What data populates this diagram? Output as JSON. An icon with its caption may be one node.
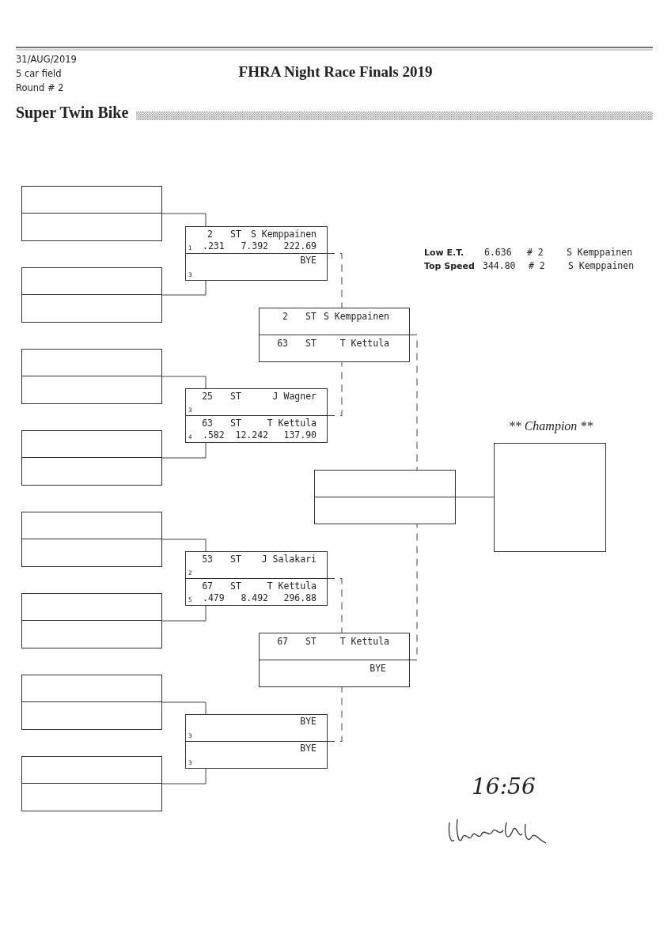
{
  "diagram": {
    "title": "FHRA Night Race Finals 2019",
    "nodes": [
      {
        "text": [],
        "shape": "box"
      },
      {
        "text": [],
        "shape": "box",
        "in": 0
      },
      {
        "text": [],
        "shape": "box",
        "in": 0
      },
      {
        "text": [],
        "shape": "box"
      },
      {
        "text": [
          "2",
          "ST",
          "S Kemppainen",
          "1",
          ".231",
          "7.392",
          "222.69"
        ],
        "in": 3
      },
      {
        "text": [
          "BYE",
          "3"
        ],
        "in": 3
      },
      {
        "text": [],
        "shape": "box"
      },
      {
        "text": [],
        "shape": "box",
        "in": 6
      },
      {
        "text": [],
        "shape": "box",
        "in": 6
      },
      {
        "text": [],
        "shape": "box"
      },
      {
        "text": [
          "2",
          "ST",
          "S Kemppainen"
        ],
        "in": 9
      },
      {
        "text": [
          "63",
          "ST",
          "T Kettula"
        ],
        "in": 9
      },
      {
        "text": [],
        "shape": "box"
      },
      {
        "text": [],
        "shape": "box",
        "in": 12
      },
      {
        "text": [],
        "shape": "box",
        "in": 12
      },
      {
        "text": [],
        "shape": "box"
      },
      {
        "text": [
          "25",
          "ST",
          "J Wagner",
          "3"
        ],
        "in": 15
      },
      {
        "text": [
          "63",
          "ST",
          "T Kettula",
          "4",
          ".582",
          "12.242",
          "137.90"
        ],
        "in": 15
      },
      {
        "text": [],
        "shape": "box"
      },
      {
        "text": [],
        "shape": "box",
        "in": 18
      },
      {
        "text": [],
        "shape": "box",
        "in": 18
      },
      {
        "text": [],
        "shape": "box"
      },
      {
        "text": [],
        "shape": "box",
        "in": 21
      },
      {
        "text": [],
        "shape": "box",
        "in": 21
      },
      {
        "text": [
          "** Champion **"
        ]
      },
      {
        "text": [],
        "shape": "box"
      },
      {
        "text": [],
        "shape": "box",
        "in": 25
      },
      {
        "text": [],
        "shape": "box",
        "in": 25
      },
      {
        "text": [],
        "shape": "box"
      },
      {
        "text": [
          "53",
          "ST",
          "J Salakari",
          "2"
        ],
        "in": 28
      },
      {
        "text": [
          "67",
          "ST",
          "T Kettula",
          "5",
          ".479",
          "8.492",
          "296.88"
        ],
        "in": 28
      },
      {
        "text": [],
        "shape": "box"
      },
      {
        "text": [],
        "shape": "box",
        "in": 31
      },
      {
        "text": [],
        "shape": "box",
        "in": 31
      },
      {
        "text": [],
        "shape": "box"
      },
      {
        "text": [
          "67",
          "ST",
          "T Kettula"
        ],
        "in": 34
      },
      {
        "text": [
          "BYE"
        ],
        "in": 34
      },
      {
        "text": [],
        "shape": "box"
      },
      {
        "text": [],
        "shape": "box",
        "in": 37
      },
      {
        "text": [],
        "shape": "box",
        "in": 37
      },
      {
        "text": [],
        "shape": "box"
      },
      {
        "text": [
          "BYE",
          "3"
        ],
        "in": 40
      },
      {
        "text": [
          "BYE",
          "3"
        ],
        "in": 40
      },
      {
        "text": [],
        "shape": "box"
      },
      {
        "text": [],
        "shape": "box",
        "in": 43
      },
      {
        "text": [],
        "shape": "box",
        "in": 43
      }
    ],
    "edges": [
      {
        "from": 0,
        "to": 3,
        "arrow": "none"
      },
      {
        "from": 6,
        "to": 3,
        "arrow": "none"
      },
      {
        "from": 12,
        "to": 15,
        "arrow": "none"
      },
      {
        "from": 18,
        "to": 15,
        "arrow": "none"
      },
      {
        "from": 25,
        "to": 28,
        "arrow": "none"
      },
      {
        "from": 31,
        "to": 28,
        "arrow": "none"
      },
      {
        "from": 37,
        "to": 40,
        "arrow": "none"
      },
      {
        "from": 43,
        "to": 40,
        "arrow": "none"
      },
      {
        "from": 3,
        "to": 9,
        "arrow": "none",
        "style": "dashed"
      },
      {
        "from": 15,
        "to": 9,
        "arrow": "none",
        "style": "dashed"
      },
      {
        "from": 28,
        "to": 34,
        "arrow": "none",
        "style": "dashed"
      },
      {
        "from": 40,
        "to": 34,
        "arrow": "none",
        "style": "dashed"
      },
      {
        "from": 9,
        "to": 21,
        "arrow": "none",
        "style": "dashed"
      },
      {
        "from": 34,
        "to": 21,
        "arrow": "none",
        "style": "dashed"
      },
      {
        "from": 21,
        "to": 24,
        "arrow": "none"
      }
    ],
    "labels": [
      "31/AUG/2019",
      "5 car field",
      "Round # 2",
      "Super Twin Bike",
      "Low  E.T.",
      "6.636",
      "# 2",
      "S Kemppainen",
      "Top Speed",
      "344.80",
      "# 2",
      "S Kemppainen",
      "16:56"
    ]
  }
}
